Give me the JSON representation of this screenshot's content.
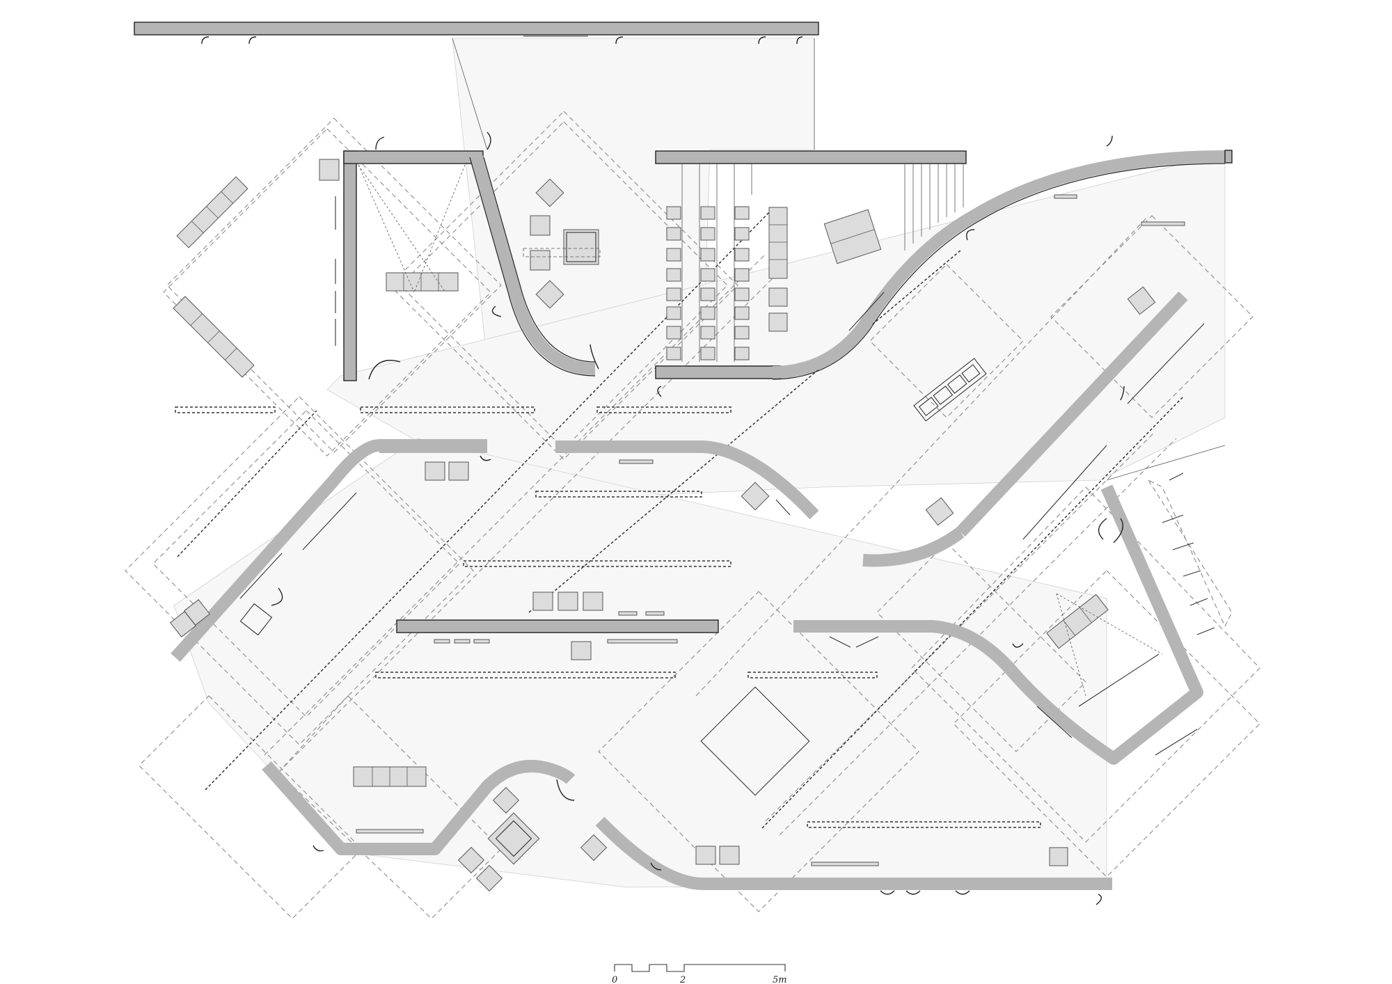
{
  "drawing": {
    "type": "architectural floor plan",
    "colors": {
      "wall_fill": "#b5b5b5",
      "floor_zone": "#f7f7f7",
      "line": "#222222",
      "furniture": "#dcdcdc"
    }
  },
  "scale_bar": {
    "labels": [
      "0",
      "2",
      "5m"
    ]
  }
}
